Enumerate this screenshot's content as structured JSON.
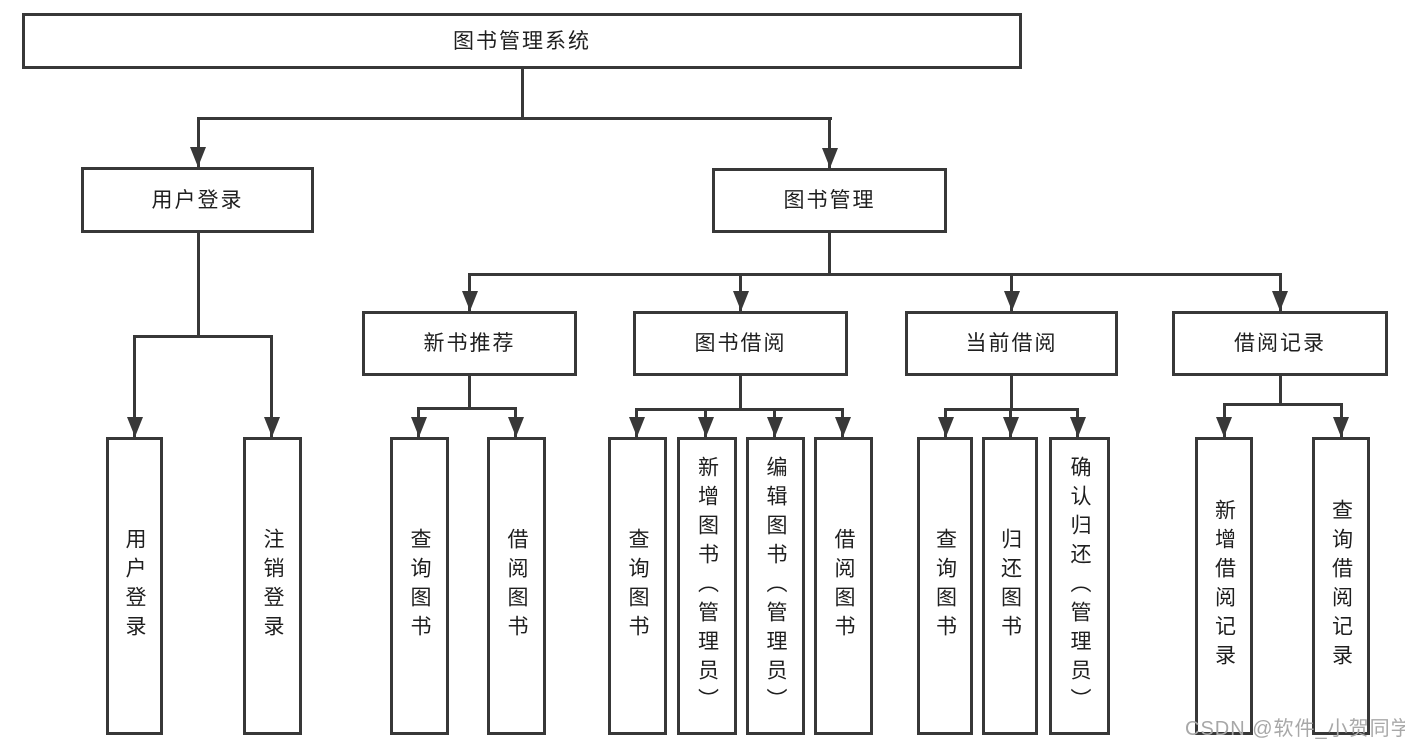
{
  "diagram": {
    "root": {
      "label": "图书管理系统"
    },
    "level2": [
      {
        "id": "user-login",
        "label": "用户登录"
      },
      {
        "id": "book-management",
        "label": "图书管理"
      }
    ],
    "level3": [
      {
        "id": "new-book-recommendation",
        "label": "新书推荐"
      },
      {
        "id": "book-borrowing",
        "label": "图书借阅"
      },
      {
        "id": "current-borrowing",
        "label": "当前借阅"
      },
      {
        "id": "borrowing-records",
        "label": "借阅记录"
      }
    ],
    "level4": {
      "user_login": [
        "用户登录",
        "注销登录"
      ],
      "new_book_recommendation": [
        "查询图书",
        "借阅图书"
      ],
      "book_borrowing": [
        "查询图书",
        "新增图书（管理员）",
        "编辑图书（管理员）",
        "借阅图书"
      ],
      "current_borrowing": [
        "查询图书",
        "归还图书",
        "确认归还（管理员）"
      ],
      "borrowing_records": [
        "新增借阅记录",
        "查询借阅记录"
      ]
    }
  },
  "watermark": {
    "text": "CSDN @软件_小贺同学"
  },
  "colors": {
    "line": "#383838",
    "text": "#1f1f1f",
    "watermark": "#a8a8a8",
    "background": "#ffffff"
  }
}
